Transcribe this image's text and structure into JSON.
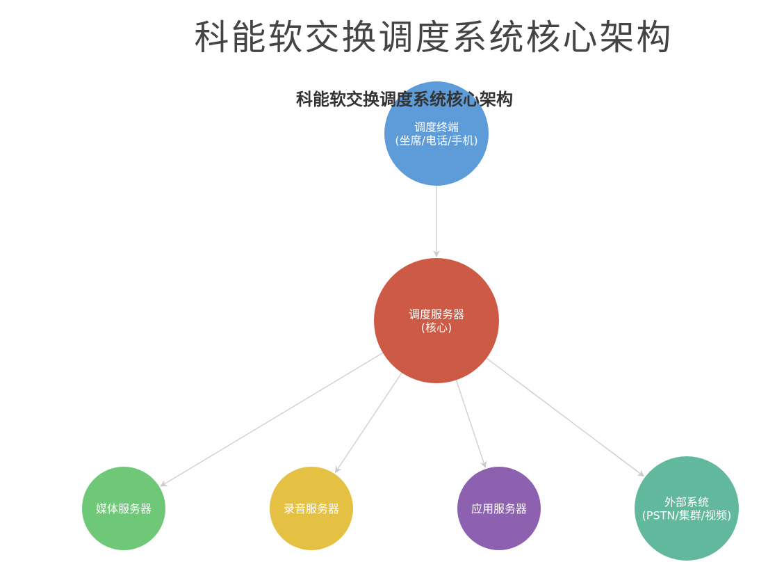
{
  "page": {
    "title": "科能软交换调度系统核心架构"
  },
  "diagram": {
    "title": "科能软交换调度系统核心架构",
    "line_color": "#cccccc",
    "nodes": [
      {
        "id": "terminal",
        "name": "terminal-node",
        "lines": [
          "调度终端",
          "(坐席/电话/手机)"
        ],
        "color": "#5d9bd9"
      },
      {
        "id": "core",
        "name": "core-node",
        "lines": [
          "调度服务器",
          "(核心)"
        ],
        "color": "#cd5a45"
      },
      {
        "id": "media",
        "name": "media-node",
        "lines": [
          "媒体服务器"
        ],
        "color": "#6ec878"
      },
      {
        "id": "record",
        "name": "record-node",
        "lines": [
          "录音服务器"
        ],
        "color": "#e5c143"
      },
      {
        "id": "app",
        "name": "app-node",
        "lines": [
          "应用服务器"
        ],
        "color": "#8e60b0"
      },
      {
        "id": "external",
        "name": "external-node",
        "lines": [
          "外部系统",
          "(PSTN/集群/视频)"
        ],
        "color": "#62b89d"
      }
    ],
    "edges": [
      {
        "from": "terminal",
        "to": "core"
      },
      {
        "from": "core",
        "to": "media"
      },
      {
        "from": "core",
        "to": "record"
      },
      {
        "from": "core",
        "to": "app"
      },
      {
        "from": "core",
        "to": "external"
      }
    ]
  }
}
